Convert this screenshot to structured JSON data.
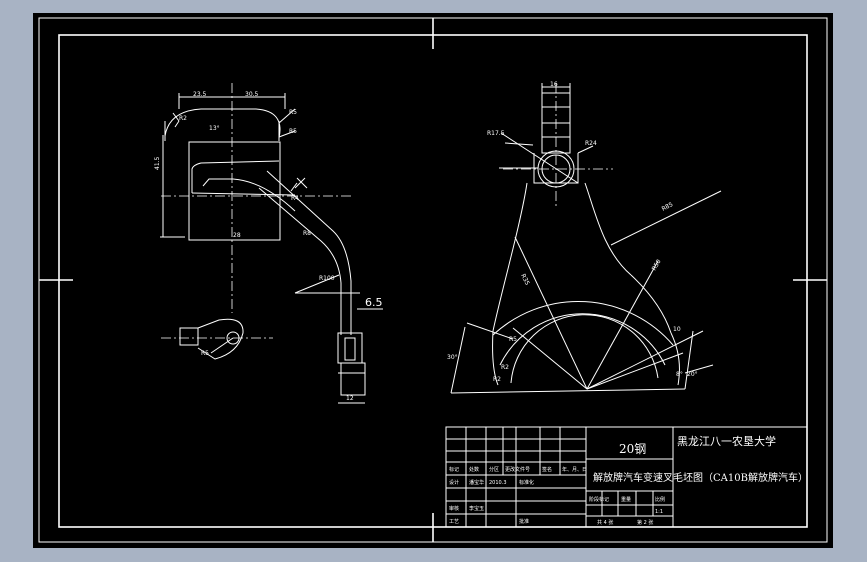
{
  "part_view": {
    "dims": {
      "d1": "23.5",
      "d2": "30.5",
      "d3": "R5",
      "d4": "R5",
      "d5": "R2",
      "d6": "13°",
      "d7": "41.5",
      "d8": "R4",
      "d9": "R8",
      "d10": "28",
      "d11": "R100",
      "d12": "6.5",
      "d13": "12",
      "d14": "R5"
    }
  },
  "main_view": {
    "dims": {
      "m1": "16",
      "m2": "R17.5",
      "m3": "R24",
      "m4": "R85",
      "m5": "R35",
      "m6": "R50",
      "m7": "R5",
      "m8": "R2",
      "m9": "30°",
      "m10": "8°",
      "m11": "20°",
      "m12": "10",
      "m13": "R2"
    }
  },
  "title_block": {
    "material": "20钢",
    "school": "黑龙江八一农垦大学",
    "drawing_title": "解放牌汽车变速叉毛坯图（CA10B解放牌汽车）",
    "row_labels": {
      "mark": "标记",
      "count": "处数",
      "zone": "分区",
      "doc_no": "更改文件号",
      "sign": "签名",
      "date": "年、月、日"
    },
    "design_label": "设计",
    "designer": "潘宝华",
    "design_date": "2010.3",
    "standard_label": "标准化",
    "stage_label": "阶段标记",
    "weight_label": "重量",
    "scale_label": "比例",
    "scale": "1:1",
    "review_label": "审核",
    "reviewer": "李宝玉",
    "process_label": "工艺",
    "approve_label": "批准",
    "sheets_total": "共 4 张",
    "sheet_no": "第 2 张"
  }
}
